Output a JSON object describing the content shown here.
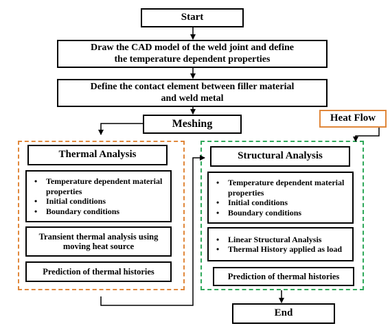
{
  "flow": {
    "start": "Start",
    "step_cad": "Draw the CAD model of the weld joint and define the temperature dependent properties",
    "step_contact": "Define the contact element between filler material and weld metal",
    "meshing": "Meshing",
    "heat_flow": "Heat Flow",
    "end": "End"
  },
  "thermal": {
    "title": "Thermal Analysis",
    "bullets": [
      "Temperature dependent material properties",
      "Initial conditions",
      "Boundary conditions"
    ],
    "transient": "Transient thermal analysis using moving heat source",
    "prediction": "Prediction of thermal histories"
  },
  "structural": {
    "title": "Structural Analysis",
    "bullets": [
      "Temperature dependent material properties",
      "Initial conditions",
      "Boundary conditions"
    ],
    "load_bullets": [
      "Linear Structural Analysis",
      "Thermal History applied as load"
    ],
    "prediction": "Prediction of thermal histories"
  },
  "colors": {
    "thermal_border": "#e0873a",
    "structural_border": "#2fa85a",
    "heat_flow_border": "#e0873a"
  }
}
